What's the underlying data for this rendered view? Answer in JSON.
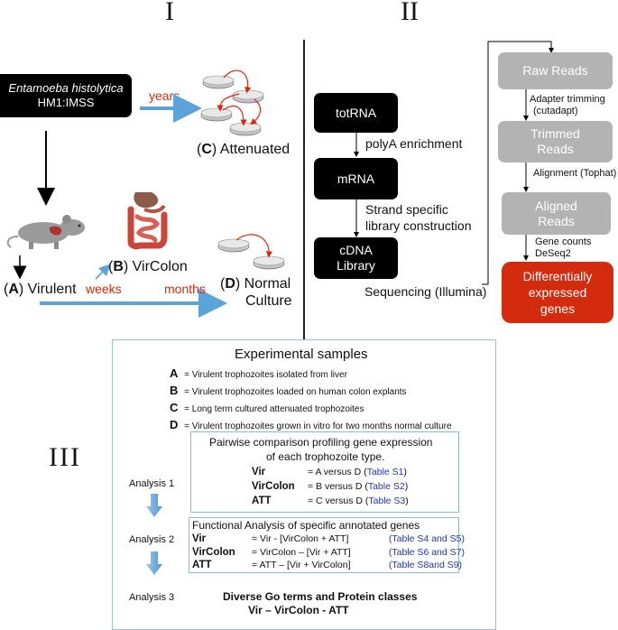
{
  "sections": {
    "I": "I",
    "II": "II",
    "III": "III"
  },
  "panel_I": {
    "ehist_line1": "Entamoeba histolytica",
    "ehist_line2": "HM1:IMSS",
    "years": "years",
    "attenuated_letter": "C",
    "attenuated_text": " Attenuated",
    "virulent_letter": "A",
    "virulent_text": " Virulent",
    "vircolon_letter": "B",
    "vircolon_text": " VirColon",
    "weeks": "weeks",
    "months": "months",
    "normal_letter": "D",
    "normal_text": " Normal",
    "normal_text2": "Culture",
    "colors": {
      "red": "#d42a0e",
      "blue_arrow": "#5ba3d8",
      "black": "#000000"
    }
  },
  "panel_II": {
    "totrna": "totRNA",
    "polya": "polyA enrichment",
    "mrna": "mRNA",
    "strand1": "Strand specific",
    "strand2": "library construction",
    "cdna1": "cDNA",
    "cdna2": "Library",
    "sequencing": "Sequencing (Illumina)",
    "raw_reads": "Raw Reads",
    "adapter1": "Adapter trimming",
    "adapter2": "(cutadapt)",
    "trimmed1": "Trimmed",
    "trimmed2": "Reads",
    "alignment": "Alignment (Tophat)",
    "aligned1": "Aligned",
    "aligned2": "Reads",
    "genecounts1": "Gene counts",
    "genecounts2": "DeSeq2",
    "deg1": "Differentially",
    "deg2": "expressed",
    "deg3": "genes"
  },
  "panel_III": {
    "title": "Experimental samples",
    "definitions": [
      {
        "letter": "A",
        "text": " = Virulent trophozoites isolated from liver"
      },
      {
        "letter": "B",
        "text": " = Virulent trophozoites  loaded on human colon explants"
      },
      {
        "letter": "C",
        "text": " = Long term cultured attenuated trophozoites"
      },
      {
        "letter": "D",
        "text": " = Virulent trophozoites grown in vitro for two months normal culture"
      }
    ],
    "analysis1": "Analysis 1",
    "analysis2": "Analysis 2",
    "analysis3": "Analysis 3",
    "pairwise_title1": "Pairwise comparison profiling gene expression",
    "pairwise_title2": "of each trophozoite type.",
    "pairwise_rows": [
      {
        "name": "Vir",
        "eq": "= A versus D  (",
        "table": "Table S1",
        "close": ")"
      },
      {
        "name": "VirColon",
        "eq": "= B versus D  (",
        "table": "Table S2",
        "close": ")"
      },
      {
        "name": "ATT",
        "eq": "= C versus D  (",
        "table": "Table S3",
        "close": ")"
      }
    ],
    "functional_title": "Functional Analysis of specific annotated genes",
    "functional_rows": [
      {
        "name": "Vir",
        "eq": "=      Vir  - [VirColon + ATT]",
        "table": "(Table S4 and S5)"
      },
      {
        "name": "VirColon",
        "eq": "=    VirColon – [Vir + ATT]",
        "table": "(Table S6 and S7)"
      },
      {
        "name": "ATT",
        "eq": "=      ATT – [Vir + VirColon]",
        "table": "(Table S8and S9)"
      }
    ],
    "diverse1": "Diverse Go terms and Protein classes",
    "diverse2": "Vir – VirColon - ATT"
  }
}
